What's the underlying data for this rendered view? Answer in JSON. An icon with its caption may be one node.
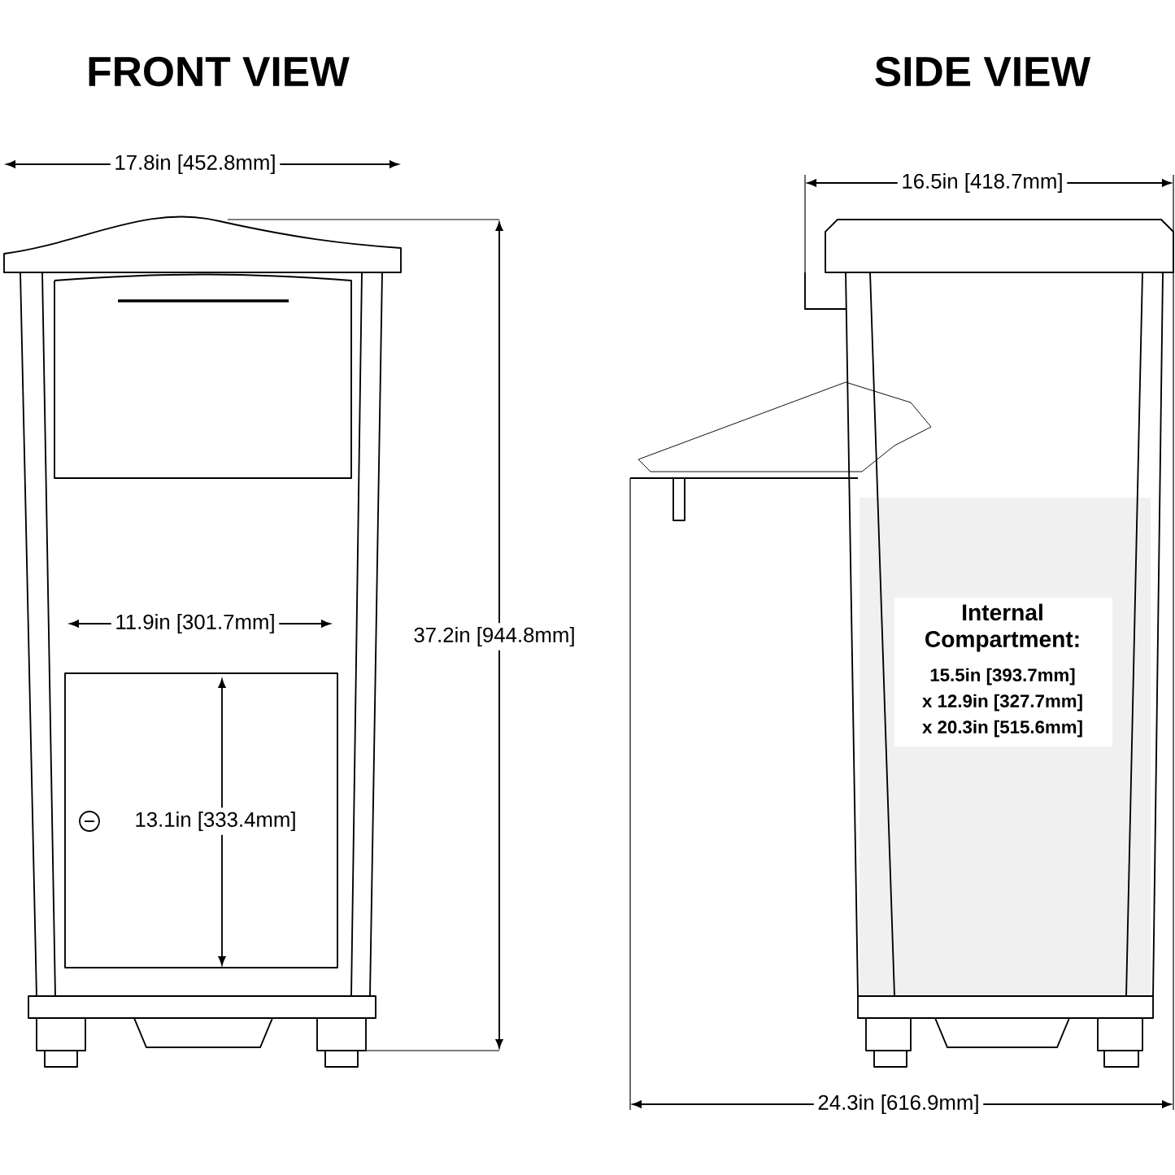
{
  "diagram": {
    "labels": [
      "FRONT VIEW",
      "SIDE VIEW",
      "17.8in [452.8mm]",
      "16.5in [418.7mm]",
      "11.9in [301.7mm]",
      "37.2in [944.8mm]",
      "13.1in [333.4mm]",
      "Internal Compartment:",
      "15.5in [393.7mm]",
      "x 12.9in [327.7mm]",
      "x 20.3in [515.6mm]",
      "24.3in [616.9mm]"
    ]
  }
}
